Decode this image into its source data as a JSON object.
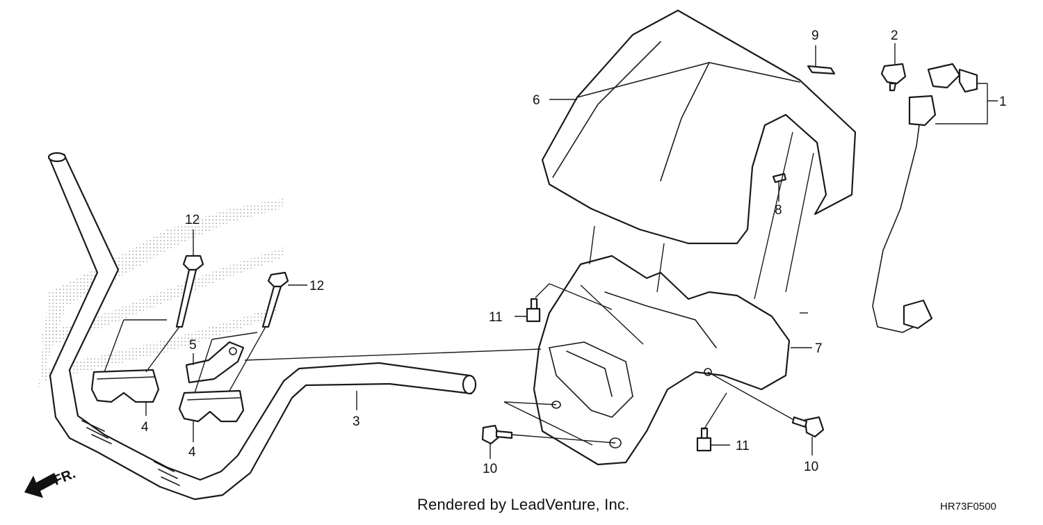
{
  "callouts": [
    {
      "id": "1",
      "label": "1"
    },
    {
      "id": "2",
      "label": "2"
    },
    {
      "id": "3",
      "label": "3"
    },
    {
      "id": "4a",
      "label": "4"
    },
    {
      "id": "4b",
      "label": "4"
    },
    {
      "id": "5",
      "label": "5"
    },
    {
      "id": "6",
      "label": "6"
    },
    {
      "id": "7",
      "label": "7"
    },
    {
      "id": "8",
      "label": "8"
    },
    {
      "id": "9",
      "label": "9"
    },
    {
      "id": "10a",
      "label": "10"
    },
    {
      "id": "10b",
      "label": "10"
    },
    {
      "id": "11a",
      "label": "11"
    },
    {
      "id": "11b",
      "label": "11"
    },
    {
      "id": "12a",
      "label": "12"
    },
    {
      "id": "12b",
      "label": "12"
    }
  ],
  "direction_label": "FR.",
  "footer": {
    "credit": "Rendered by LeadVentɹre, Inc.",
    "diagram_code": "HR73F0500"
  },
  "icons": {
    "direction": "front-direction-arrow-icon",
    "watermark": "brand-wing-watermark-icon"
  }
}
